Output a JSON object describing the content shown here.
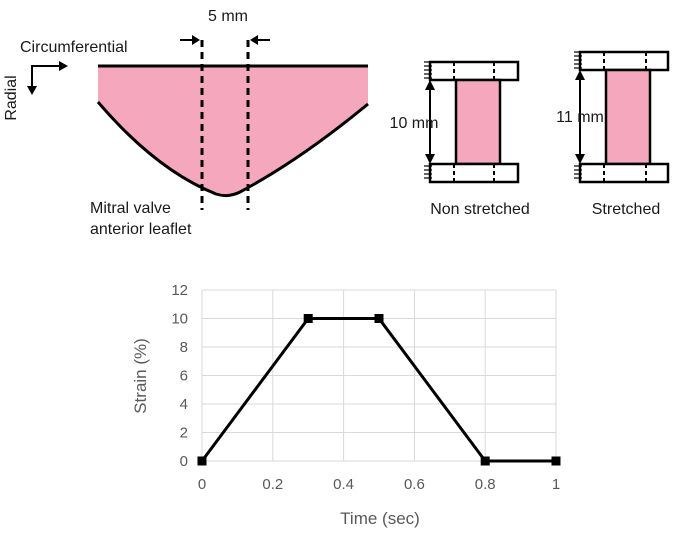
{
  "diagram": {
    "leaflet": {
      "dimension_label": "5 mm",
      "direction_circumferential": "Circumferential",
      "direction_radial": "Radial",
      "caption_line1": "Mitral valve",
      "caption_line2": "anterior leaflet",
      "fill_color": "#f4a7bd"
    },
    "specimen_unstretched": {
      "length_label": "10 mm",
      "caption": "Non stretched"
    },
    "specimen_stretched": {
      "length_label": "11 mm",
      "caption": "Stretched"
    }
  },
  "chart_data": {
    "type": "line",
    "title": "",
    "xlabel": "Time (sec)",
    "ylabel": "Strain (%)",
    "xlim": [
      0,
      1
    ],
    "ylim": [
      0,
      12
    ],
    "xticks": [
      0,
      0.2,
      0.4,
      0.6,
      0.8,
      1
    ],
    "yticks": [
      0,
      2,
      4,
      6,
      8,
      10,
      12
    ],
    "x_tick_labels": [
      "0",
      "0.2",
      "0.4",
      "0.6",
      "0.8",
      "1"
    ],
    "y_tick_labels": [
      "0",
      "2",
      "4",
      "6",
      "8",
      "10",
      "12"
    ],
    "grid": true,
    "series": [
      {
        "x": [
          0,
          0.3,
          0.5,
          0.8,
          1.0
        ],
        "y": [
          0,
          10,
          10,
          0,
          0
        ],
        "color": "#000000",
        "marker": "square"
      }
    ]
  }
}
